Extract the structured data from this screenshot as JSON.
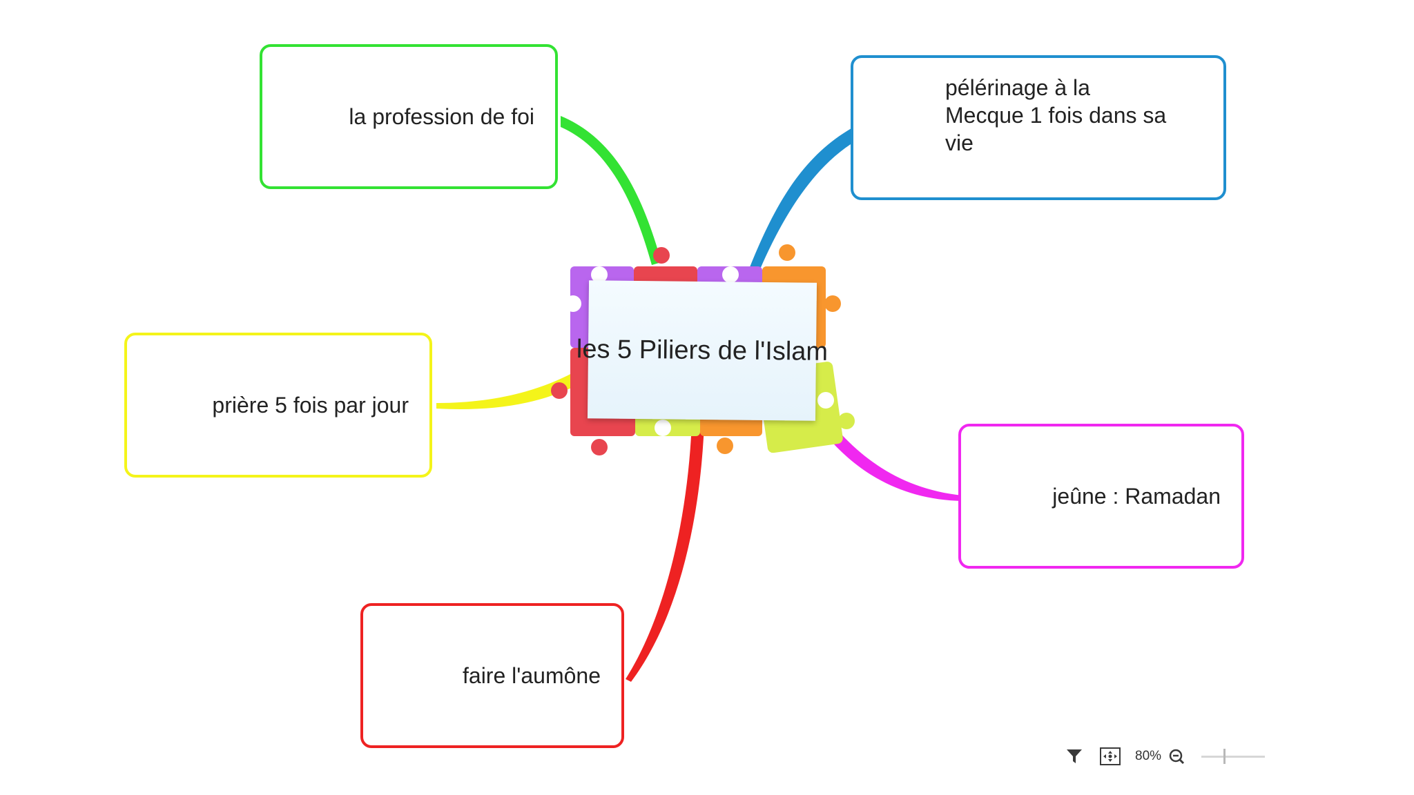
{
  "mindmap": {
    "central_topic": "les 5 Piliers de l'Islam",
    "branches": [
      {
        "id": "profession",
        "label": "la profession de foi",
        "color": "#33e233"
      },
      {
        "id": "pelerinage",
        "label": "pélérinage à la Mecque 1 fois dans sa vie",
        "color": "#1f8fcf"
      },
      {
        "id": "priere",
        "label": "prière 5 fois par jour",
        "color": "#f4f41a"
      },
      {
        "id": "jeune",
        "label": "jeûne : Ramadan",
        "color": "#f028f0"
      },
      {
        "id": "aumone",
        "label": "faire l'aumône",
        "color": "#ee2222"
      }
    ],
    "puzzle_colors": [
      "#b966ee",
      "#e8454f",
      "#f8962e",
      "#d6ec4a"
    ]
  },
  "statusbar": {
    "filter_icon": "filter-icon",
    "fit_icon": "fit-to-screen-icon",
    "zoom_level": "80%",
    "zoom_out_icon": "zoom-out-icon",
    "zoom_fraction": 0.36
  }
}
